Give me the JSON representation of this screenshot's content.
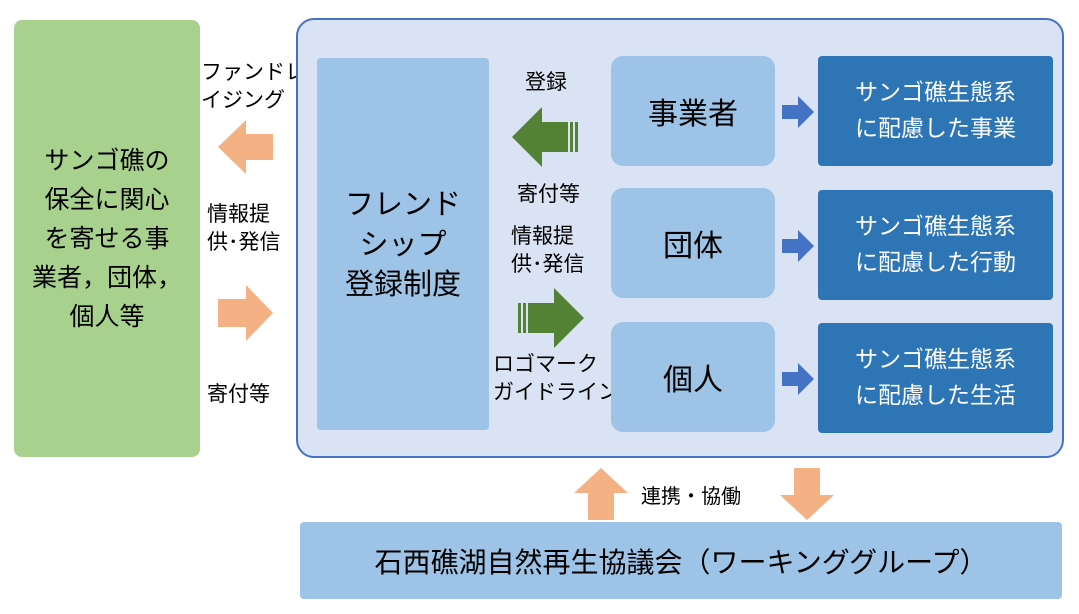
{
  "left_box": {
    "text": "サンゴ礁の\n保全に関心\nを寄せる事\n業者，団体，\n個人等"
  },
  "left_labels": {
    "fundraising": "ファンドレ\nイジング",
    "info": "情報提\n供･発信",
    "donation": "寄付等"
  },
  "system": {
    "title": "フレンド\nシップ\n登録制度"
  },
  "mid_labels": {
    "register": "登録",
    "donation": "寄付等",
    "info": "情報提\n供･発信",
    "logo": "ロゴマーク\nガイドライン"
  },
  "actors": [
    "事業者",
    "団体",
    "個人"
  ],
  "results": [
    "サンゴ礁生態系\nに配慮した事業",
    "サンゴ礁生態系\nに配慮した行動",
    "サンゴ礁生態系\nに配慮した生活"
  ],
  "link_label": "連携・協働",
  "council": "石西礁湖自然再生協議会（ワーキンググループ）",
  "colors": {
    "green_box": "#a9d18e",
    "panel": "#dae3f3",
    "panel_border": "#4472c4",
    "light_blue": "#9dc3e6",
    "dark_blue": "#2e75b6",
    "orange_arrow": "#f4b183",
    "green_arrow": "#548235",
    "blue_arrow": "#4472c4"
  }
}
